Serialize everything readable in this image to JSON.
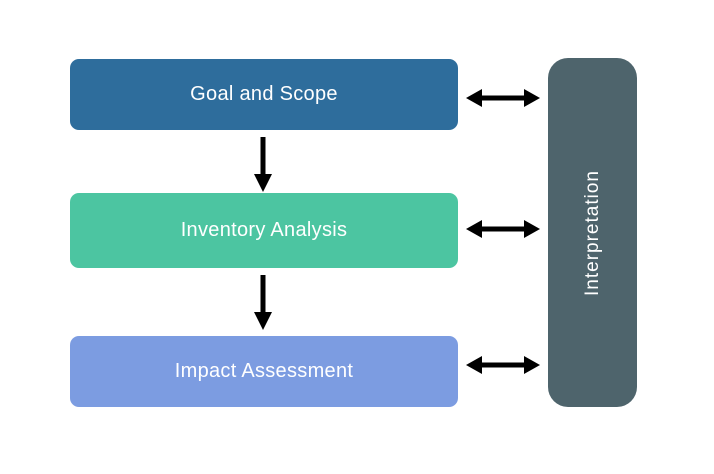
{
  "diagram": {
    "background": "#ffffff",
    "arrow_color": "#000000",
    "boxes": [
      {
        "label": "Goal and Scope",
        "color": "#2e6d9c",
        "text_color": "#ffffff"
      },
      {
        "label": "Inventory Analysis",
        "color": "#4cc5a1",
        "text_color": "#ffffff"
      },
      {
        "label": "Impact Assessment",
        "color": "#7c9ce1",
        "text_color": "#ffffff"
      }
    ],
    "side_box": {
      "label": "Interpretation",
      "color": "#4e646c",
      "text_color": "#ffffff"
    },
    "connections": [
      {
        "from": "Goal and Scope",
        "to": "Inventory Analysis",
        "type": "down-arrow"
      },
      {
        "from": "Inventory Analysis",
        "to": "Impact Assessment",
        "type": "down-arrow"
      },
      {
        "from": "Goal and Scope",
        "to": "Interpretation",
        "type": "double-arrow"
      },
      {
        "from": "Inventory Analysis",
        "to": "Interpretation",
        "type": "double-arrow"
      },
      {
        "from": "Impact Assessment",
        "to": "Interpretation",
        "type": "double-arrow"
      }
    ]
  }
}
